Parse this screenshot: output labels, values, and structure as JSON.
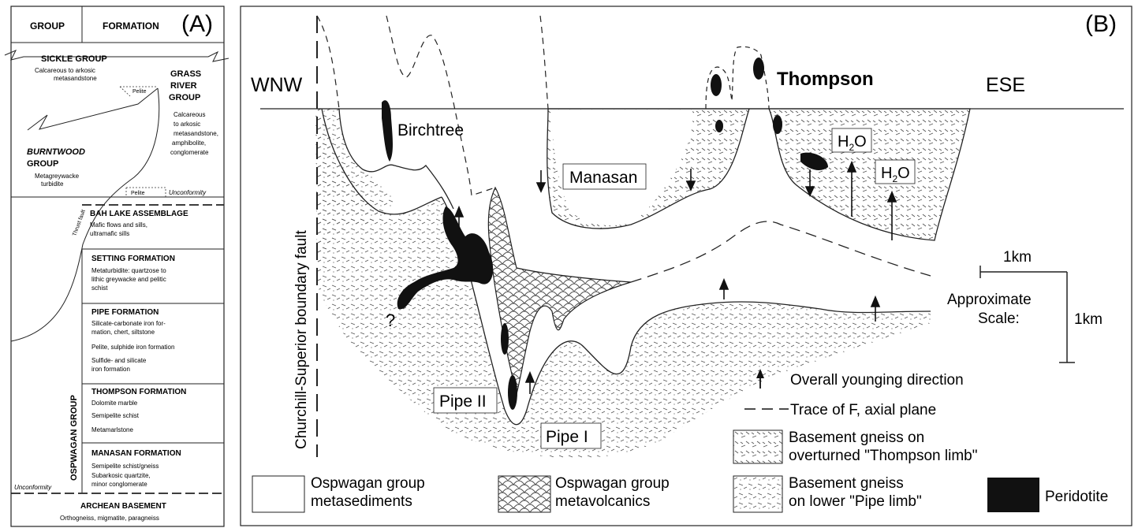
{
  "panel_a": {
    "label": "(A)",
    "header": {
      "group": "GROUP",
      "formation": "FORMATION"
    },
    "sickle": {
      "title": "SICKLE GROUP",
      "desc1": "Calcareous to arkosic",
      "desc2": "metasandstone",
      "pelite": "Pelite"
    },
    "grass_river": {
      "title1": "GRASS",
      "title2": "RIVER",
      "title3": "GROUP",
      "desc": [
        "Calcareous",
        "to arkosic",
        "metasandstone,",
        "amphibolite,",
        "conglomerate"
      ]
    },
    "burntwood": {
      "title1": "BURNTWOOD",
      "title2": "GROUP",
      "desc1": "Metagreywacke",
      "desc2": "turbidite",
      "pelite": "Pelite",
      "unconformity": "Unconformity"
    },
    "thrust_fault": "Thrust fault",
    "bah_lake": {
      "title": "BAH LAKE ASSEMBLAGE",
      "desc1": "Mafic flows and sills,",
      "desc2": "ultramafic sills"
    },
    "setting": {
      "title": "SETTING FORMATION",
      "desc1": "Metaturbidite: quartzose to",
      "desc2": "lithic greywacke and pelitic",
      "desc3": "schist"
    },
    "pipe": {
      "title": "PIPE FORMATION",
      "desc": [
        "Silicate-carbonate iron for-",
        "mation, chert, siltstone",
        "Pelite, sulphide iron formation",
        "Sulfide- and silicate",
        "iron formation"
      ]
    },
    "ospwagan_group": "OSPWAGAN GROUP",
    "thompson": {
      "title": "THOMPSON FORMATION",
      "desc": [
        "Dolomite marble",
        "Semipelite schist",
        "Metamarlstone"
      ]
    },
    "manasan": {
      "title": "MANASAN FORMATION",
      "desc": [
        "Semipelite schist/gneiss",
        "Subarkosic quartzite,",
        "minor conglomerate"
      ]
    },
    "unconformity": "Unconformity",
    "archean": {
      "title": "ARCHEAN BASEMENT",
      "desc": "Orthogneiss, migmatite, paragneiss"
    }
  },
  "panel_b": {
    "label": "(B)",
    "wnw": "WNW",
    "ese": "ESE",
    "thompson": "Thompson",
    "birchtree": "Birchtree",
    "manasan": "Manasan",
    "h2o_1": "H",
    "h2o_2": "H",
    "h2o_sub": "2",
    "h2o_o": "O",
    "fault_label": "Churchill-Superior boundary fault",
    "question": "?",
    "pipe_ii": "Pipe II",
    "pipe_i": "Pipe I",
    "scale_h": "1km",
    "scale_v": "1km",
    "scale_title1": "Approximate",
    "scale_title2": "Scale:",
    "legend": {
      "younging": "Overall younging direction",
      "trace": "Trace of F, axial plane",
      "thompson_limb1": "Basement gneiss on",
      "thompson_limb2": "overturned \"Thompson limb\"",
      "pipe_limb1": "Basement gneiss",
      "pipe_limb2": "on lower \"Pipe limb\"",
      "metased1": "Ospwagan group",
      "metased2": "metasediments",
      "metavol1": "Ospwagan group",
      "metavol2": "metavolcanics",
      "peridotite": "Peridotite"
    }
  }
}
